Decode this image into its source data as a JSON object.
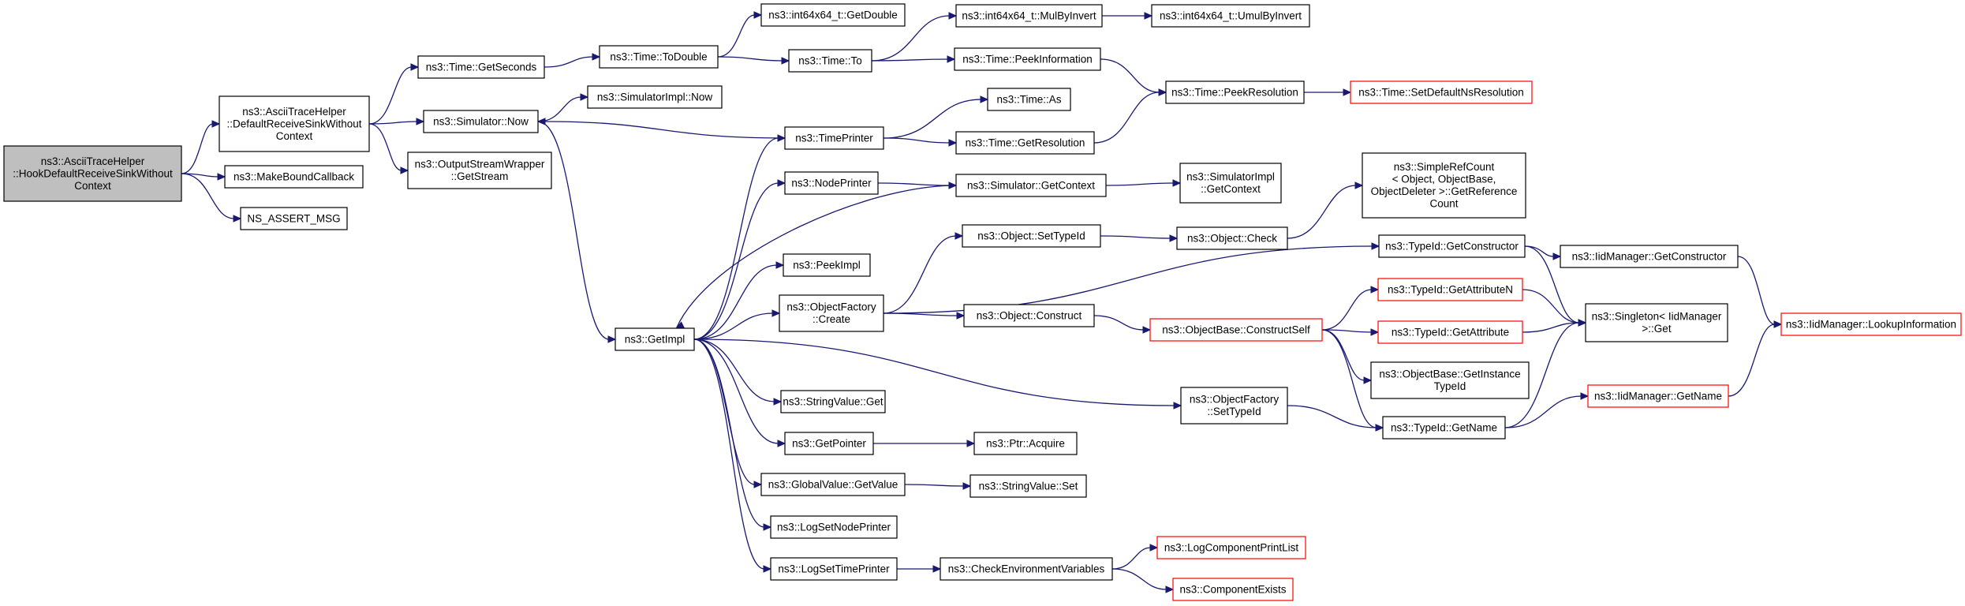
{
  "diagram": {
    "type": "call-graph",
    "colors": {
      "edge": "#191970",
      "root_fill": "#bfbfbf",
      "truncated_border": "#ff0000",
      "node_border": "#000000"
    },
    "nodes": [
      {
        "id": "root",
        "lines": [
          "ns3::AsciiTraceHelper",
          "::HookDefaultReceiveSinkWithout",
          "Context"
        ],
        "root": true
      },
      {
        "id": "defrecv",
        "lines": [
          "ns3::AsciiTraceHelper",
          "::DefaultReceiveSinkWithout",
          "Context"
        ]
      },
      {
        "id": "mkbound",
        "lines": [
          "ns3::MakeBoundCallback"
        ]
      },
      {
        "id": "assert",
        "lines": [
          "NS_ASSERT_MSG"
        ]
      },
      {
        "id": "getsec",
        "lines": [
          "ns3::Time::GetSeconds"
        ]
      },
      {
        "id": "simnow",
        "lines": [
          "ns3::Simulator::Now"
        ]
      },
      {
        "id": "osw",
        "lines": [
          "ns3::OutputStreamWrapper",
          "::GetStream"
        ]
      },
      {
        "id": "todouble",
        "lines": [
          "ns3::Time::ToDouble"
        ]
      },
      {
        "id": "simimplnow",
        "lines": [
          "ns3::SimulatorImpl::Now"
        ]
      },
      {
        "id": "getdouble",
        "lines": [
          "ns3::int64x64_t::GetDouble"
        ]
      },
      {
        "id": "timeto",
        "lines": [
          "ns3::Time::To"
        ]
      },
      {
        "id": "mulbyinv",
        "lines": [
          "ns3::int64x64_t::MulByInvert"
        ]
      },
      {
        "id": "umulbyinv",
        "lines": [
          "ns3::int64x64_t::UmulByInvert"
        ]
      },
      {
        "id": "peekinfo",
        "lines": [
          "ns3::Time::PeekInformation"
        ]
      },
      {
        "id": "peekres",
        "lines": [
          "ns3::Time::PeekResolution"
        ]
      },
      {
        "id": "setdefres",
        "lines": [
          "ns3::Time::SetDefaultNsResolution"
        ],
        "truncated": true
      },
      {
        "id": "timeas",
        "lines": [
          "ns3::Time::As"
        ]
      },
      {
        "id": "timeprinter",
        "lines": [
          "ns3::TimePrinter"
        ]
      },
      {
        "id": "getres",
        "lines": [
          "ns3::Time::GetResolution"
        ]
      },
      {
        "id": "nodeprinter",
        "lines": [
          "ns3::NodePrinter"
        ]
      },
      {
        "id": "simgetctx",
        "lines": [
          "ns3::Simulator::GetContext"
        ]
      },
      {
        "id": "simimplctx",
        "lines": [
          "ns3::SimulatorImpl",
          "::GetContext"
        ]
      },
      {
        "id": "simplerefcount",
        "lines": [
          "ns3::SimpleRefCount",
          "< Object, ObjectBase,",
          "ObjectDeleter >::GetReference",
          "Count"
        ]
      },
      {
        "id": "objsettid",
        "lines": [
          "ns3::Object::SetTypeId"
        ]
      },
      {
        "id": "objcheck",
        "lines": [
          "ns3::Object::Check"
        ]
      },
      {
        "id": "peekimpl",
        "lines": [
          "ns3::PeekImpl"
        ]
      },
      {
        "id": "tidgetctor",
        "lines": [
          "ns3::TypeId::GetConstructor"
        ]
      },
      {
        "id": "iidgetctor",
        "lines": [
          "ns3::IidManager::GetConstructor"
        ]
      },
      {
        "id": "objfactcreate",
        "lines": [
          "ns3::ObjectFactory",
          "::Create"
        ]
      },
      {
        "id": "tidgetattrn",
        "lines": [
          "ns3::TypeId::GetAttributeN"
        ],
        "truncated": true
      },
      {
        "id": "singleton",
        "lines": [
          "ns3::Singleton< IidManager",
          ">::Get"
        ]
      },
      {
        "id": "lookupinfo",
        "lines": [
          "ns3::IidManager::LookupInformation"
        ],
        "truncated": true
      },
      {
        "id": "objconstruct",
        "lines": [
          "ns3::Object::Construct"
        ]
      },
      {
        "id": "objbaseconstruct",
        "lines": [
          "ns3::ObjectBase::ConstructSelf"
        ],
        "truncated": true
      },
      {
        "id": "tidgetattr",
        "lines": [
          "ns3::TypeId::GetAttribute"
        ],
        "truncated": true
      },
      {
        "id": "getimpl",
        "lines": [
          "ns3::GetImpl"
        ]
      },
      {
        "id": "objbasegetinst",
        "lines": [
          "ns3::ObjectBase::GetInstance",
          "TypeId"
        ]
      },
      {
        "id": "iidgetname",
        "lines": [
          "ns3::IidManager::GetName"
        ],
        "truncated": true
      },
      {
        "id": "objfactsettid",
        "lines": [
          "ns3::ObjectFactory",
          "::SetTypeId"
        ]
      },
      {
        "id": "strvalget",
        "lines": [
          "ns3::StringValue::Get"
        ]
      },
      {
        "id": "tidgetname",
        "lines": [
          "ns3::TypeId::GetName"
        ]
      },
      {
        "id": "getpointer",
        "lines": [
          "ns3::GetPointer"
        ]
      },
      {
        "id": "ptracquire",
        "lines": [
          "ns3::Ptr::Acquire"
        ]
      },
      {
        "id": "globalget",
        "lines": [
          "ns3::GlobalValue::GetValue"
        ]
      },
      {
        "id": "strvalset",
        "lines": [
          "ns3::StringValue::Set"
        ]
      },
      {
        "id": "logsetnode",
        "lines": [
          "ns3::LogSetNodePrinter"
        ]
      },
      {
        "id": "logcompprint",
        "lines": [
          "ns3::LogComponentPrintList"
        ],
        "truncated": true
      },
      {
        "id": "logsettime",
        "lines": [
          "ns3::LogSetTimePrinter"
        ]
      },
      {
        "id": "checkenv",
        "lines": [
          "ns3::CheckEnvironmentVariables"
        ]
      },
      {
        "id": "compexists",
        "lines": [
          "ns3::ComponentExists"
        ],
        "truncated": true
      }
    ],
    "edges": [
      [
        "root",
        "defrecv"
      ],
      [
        "root",
        "mkbound"
      ],
      [
        "root",
        "assert"
      ],
      [
        "defrecv",
        "getsec"
      ],
      [
        "defrecv",
        "simnow"
      ],
      [
        "defrecv",
        "osw"
      ],
      [
        "getsec",
        "todouble"
      ],
      [
        "todouble",
        "getdouble"
      ],
      [
        "todouble",
        "timeto"
      ],
      [
        "timeto",
        "mulbyinv"
      ],
      [
        "timeto",
        "peekinfo"
      ],
      [
        "mulbyinv",
        "umulbyinv"
      ],
      [
        "peekinfo",
        "peekres"
      ],
      [
        "peekres",
        "setdefres"
      ],
      [
        "simnow",
        "simimplnow"
      ],
      [
        "simnow",
        "getimpl"
      ],
      [
        "timeprinter",
        "simnow"
      ],
      [
        "timeprinter",
        "timeas"
      ],
      [
        "timeprinter",
        "getres"
      ],
      [
        "getres",
        "peekres"
      ],
      [
        "nodeprinter",
        "simgetctx"
      ],
      [
        "simgetctx",
        "simimplctx"
      ],
      [
        "simgetctx",
        "getimpl"
      ],
      [
        "getimpl",
        "timeprinter"
      ],
      [
        "getimpl",
        "nodeprinter"
      ],
      [
        "getimpl",
        "peekimpl"
      ],
      [
        "getimpl",
        "objfactcreate"
      ],
      [
        "getimpl",
        "strvalget"
      ],
      [
        "getimpl",
        "getpointer"
      ],
      [
        "getimpl",
        "globalget"
      ],
      [
        "getimpl",
        "logsetnode"
      ],
      [
        "getimpl",
        "logsettime"
      ],
      [
        "getimpl",
        "objfactsettid"
      ],
      [
        "objfactcreate",
        "objsettid"
      ],
      [
        "objfactcreate",
        "tidgetctor"
      ],
      [
        "objfactcreate",
        "objconstruct"
      ],
      [
        "objsettid",
        "objcheck"
      ],
      [
        "objcheck",
        "simplerefcount"
      ],
      [
        "objconstruct",
        "objbaseconstruct"
      ],
      [
        "objbaseconstruct",
        "tidgetattrn"
      ],
      [
        "objbaseconstruct",
        "tidgetattr"
      ],
      [
        "objbaseconstruct",
        "objbasegetinst"
      ],
      [
        "objbaseconstruct",
        "tidgetname"
      ],
      [
        "tidgetctor",
        "iidgetctor"
      ],
      [
        "tidgetctor",
        "singleton"
      ],
      [
        "tidgetattrn",
        "singleton"
      ],
      [
        "tidgetattr",
        "singleton"
      ],
      [
        "iidgetctor",
        "lookupinfo"
      ],
      [
        "tidgetname",
        "singleton"
      ],
      [
        "tidgetname",
        "iidgetname"
      ],
      [
        "iidgetname",
        "lookupinfo"
      ],
      [
        "objfactsettid",
        "tidgetname"
      ],
      [
        "getpointer",
        "ptracquire"
      ],
      [
        "globalget",
        "strvalset"
      ],
      [
        "logsettime",
        "checkenv"
      ],
      [
        "checkenv",
        "logcompprint"
      ],
      [
        "checkenv",
        "compexists"
      ]
    ]
  }
}
